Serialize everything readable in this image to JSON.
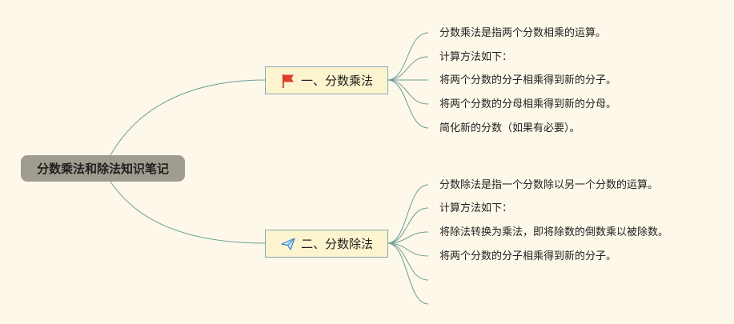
{
  "root": {
    "label": "分数乘法和除法知识笔记"
  },
  "branches": [
    {
      "label": "一、分数乘法",
      "icon": "red-flag-icon",
      "color": "#e03d2e",
      "items": [
        "分数乘法是指两个分数相乘的运算。",
        "计算方法如下：",
        "将两个分数的分子相乘得到新的分子。",
        "将两个分数的分母相乘得到新的分母。",
        "简化新的分数（如果有必要）。"
      ]
    },
    {
      "label": "二、分数除法",
      "icon": "paper-plane-icon",
      "color": "#4a90c8",
      "items": [
        "分数除法是指一个分数除以另一个分数的运算。",
        "计算方法如下：",
        "将除法转换为乘法，即将除数的倒数乘以被除数。",
        "将两个分数的分子相乘得到新的分子。",
        "",
        ""
      ]
    }
  ],
  "colors": {
    "background": "#fdf8ea",
    "root_fill": "#a09c8f",
    "branch_fill": "#fcf4cf",
    "branch_border": "#86aab1",
    "connector": "#6f9e97"
  }
}
